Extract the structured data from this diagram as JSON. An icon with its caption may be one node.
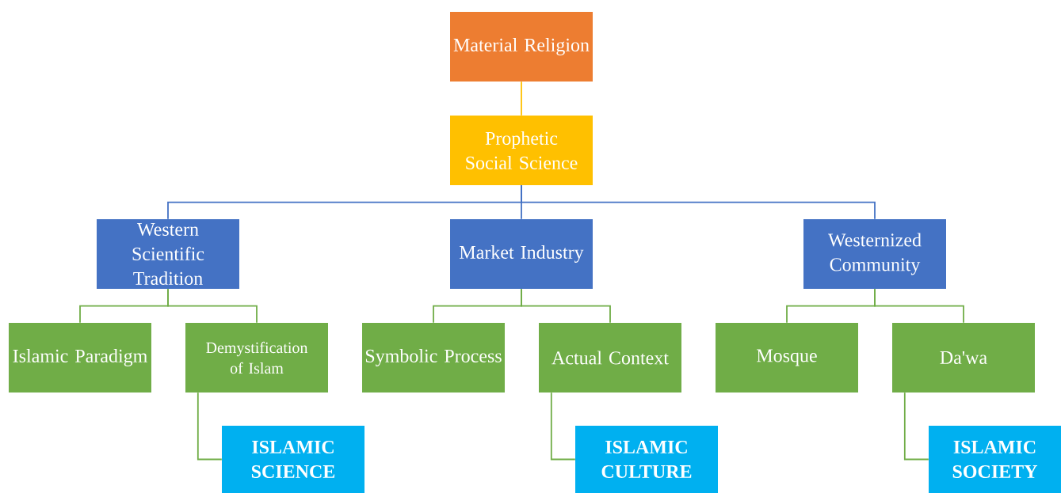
{
  "diagram": {
    "nodes": [
      {
        "text": [
          "Material Religion"
        ]
      },
      {
        "text": [
          "Prophetic Social Science"
        ]
      },
      {
        "text": [
          "Western Scientific Tradition"
        ]
      },
      {
        "text": [
          "Market Industry"
        ]
      },
      {
        "text": [
          "Westernized Community"
        ]
      },
      {
        "text": [
          "Islamic Paradigm"
        ]
      },
      {
        "text": [
          "Demystification of Islam"
        ]
      },
      {
        "text": [
          "Symbolic Process"
        ]
      },
      {
        "text": [
          "Actual Context"
        ]
      },
      {
        "text": [
          "Mosque"
        ]
      },
      {
        "text": [
          "Da'wa"
        ]
      },
      {
        "text": [
          "ISLAMIC SCIENCE"
        ]
      },
      {
        "text": [
          "ISLAMIC CULTURE"
        ]
      },
      {
        "text": [
          "ISLAMIC SOCIETY"
        ]
      }
    ],
    "edges": [
      {
        "from": 0,
        "to": 1,
        "arrow": "none",
        "color": "#ffc000"
      },
      {
        "from": 1,
        "to": 2,
        "arrow": "none",
        "color": "#4472c4"
      },
      {
        "from": 1,
        "to": 3,
        "arrow": "none",
        "color": "#4472c4"
      },
      {
        "from": 1,
        "to": 4,
        "arrow": "none",
        "color": "#4472c4"
      },
      {
        "from": 2,
        "to": 5,
        "arrow": "none"
      },
      {
        "from": 2,
        "to": 6,
        "arrow": "none"
      },
      {
        "from": 3,
        "to": 7,
        "arrow": "none"
      },
      {
        "from": 3,
        "to": 8,
        "arrow": "none"
      },
      {
        "from": 4,
        "to": 9,
        "arrow": "none"
      },
      {
        "from": 4,
        "to": 10,
        "arrow": "none"
      },
      {
        "from": 6,
        "to": 11,
        "arrow": "none"
      },
      {
        "from": 8,
        "to": 12,
        "arrow": "none"
      },
      {
        "from": 10,
        "to": 13,
        "arrow": "none"
      }
    ]
  }
}
